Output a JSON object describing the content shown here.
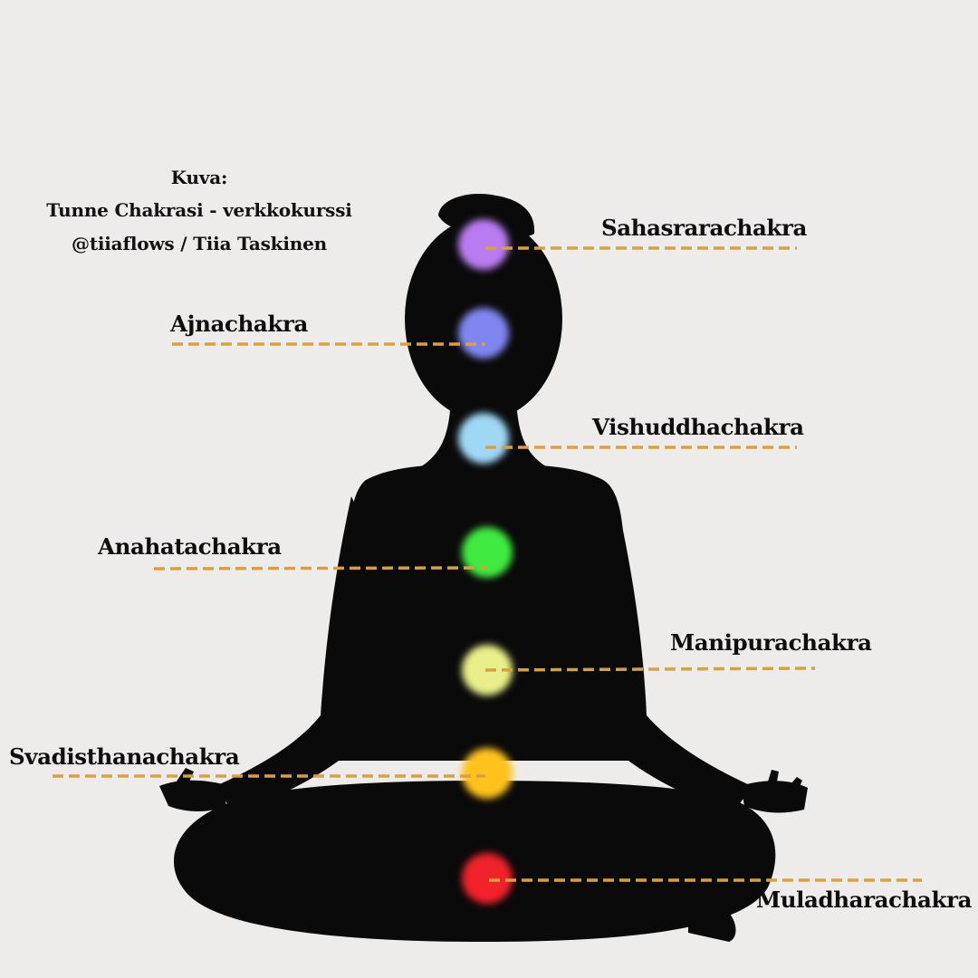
{
  "credit": {
    "line1": "Kuva:",
    "line2": "Tunne Chakrasi - verkkokurssi",
    "line3": "@tiiaflows / Tiia Taskinen"
  },
  "colors": {
    "background": "#EEECEA",
    "silhouette": "#0A0A0A",
    "leader_line": "#D9A03F",
    "label_text": "#0D0D0D"
  },
  "chakras": [
    {
      "name": "Sahasrarachakra",
      "color": "#B97CF0"
    },
    {
      "name": "Ajnachakra",
      "color": "#7F86F0"
    },
    {
      "name": "Vishuddhachakra",
      "color": "#9FD8F5"
    },
    {
      "name": "Anahatachakra",
      "color": "#3FEA3F"
    },
    {
      "name": "Manipurachakra",
      "color": "#E9EF88"
    },
    {
      "name": "Svadisthanachakra",
      "color": "#FFC21A"
    },
    {
      "name": "Muladharachakra",
      "color": "#F0222C"
    }
  ]
}
